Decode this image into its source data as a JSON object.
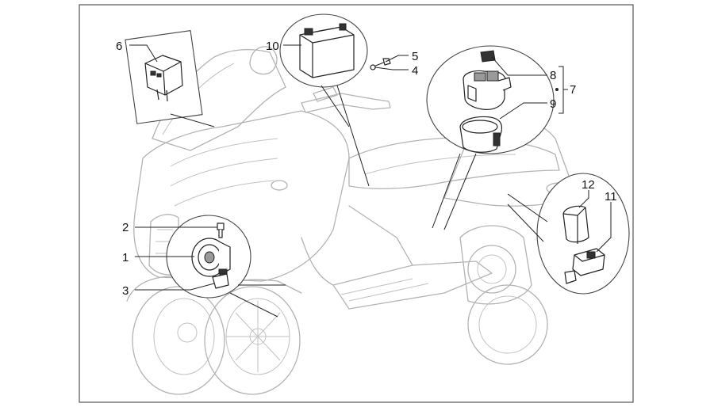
{
  "diagram": {
    "callouts": [
      {
        "id": "1",
        "label": "1"
      },
      {
        "id": "2",
        "label": "2"
      },
      {
        "id": "3",
        "label": "3"
      },
      {
        "id": "4",
        "label": "4"
      },
      {
        "id": "5",
        "label": "5"
      },
      {
        "id": "6",
        "label": "6"
      },
      {
        "id": "7",
        "label": "7"
      },
      {
        "id": "8",
        "label": "8"
      },
      {
        "id": "9",
        "label": "9"
      },
      {
        "id": "10",
        "label": "10"
      },
      {
        "id": "11",
        "label": "11"
      },
      {
        "id": "12",
        "label": "12"
      }
    ],
    "colors": {
      "frame": "#555555",
      "scooter_line": "#b3b3b3",
      "part_line": "#222222",
      "label": "#111111"
    }
  }
}
